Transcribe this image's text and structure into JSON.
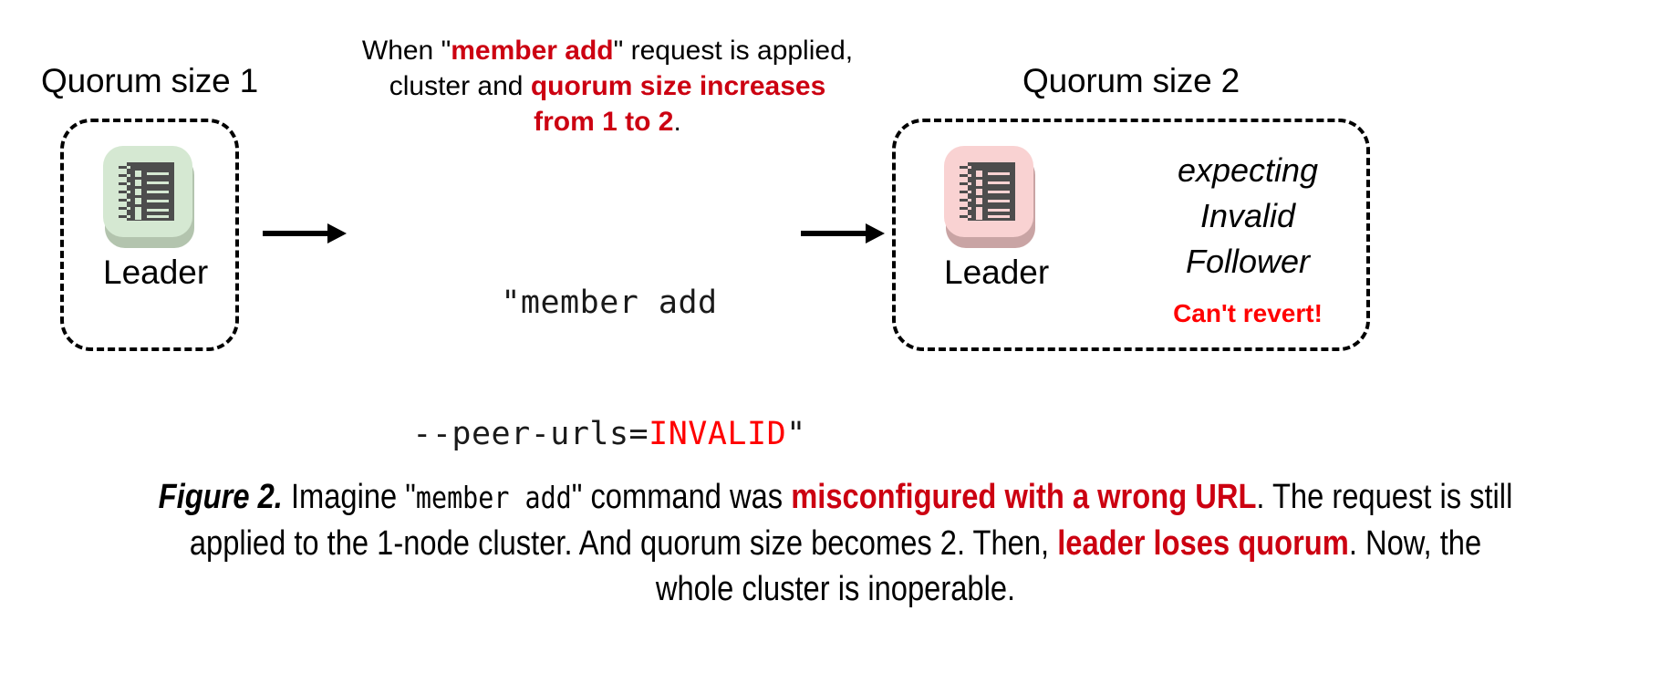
{
  "figure": {
    "top_note": {
      "segments": [
        {
          "text": "When \"",
          "style": "plain"
        },
        {
          "text": "member add",
          "style": "red-bold"
        },
        {
          "text": "\" request is applied, cluster and ",
          "style": "plain"
        },
        {
          "text": "quorum size increases from 1 to 2",
          "style": "red-bold"
        },
        {
          "text": ".",
          "style": "plain"
        }
      ],
      "plain_text": "When \"member add\" request is applied, cluster and quorum size increases from 1 to 2.",
      "line1": "When \"member add\" request is applied,",
      "line2": "cluster and quorum size increases",
      "line3": "from 1 to 2."
    },
    "left_cluster": {
      "title": "Quorum size 1",
      "node_label": "Leader",
      "node_state_color": "#d5e8d2"
    },
    "right_cluster": {
      "title": "Quorum size 2",
      "node_label": "Leader",
      "node_state_color": "#f9d2d2",
      "expecting_line1": "expecting",
      "expecting_line2": "Invalid",
      "expecting_line3": "Follower",
      "warning": "Can't revert!",
      "warning_color": "#ff0000"
    },
    "command": {
      "line1": "\"member add",
      "line2_prefix": "--peer-urls=",
      "line2_invalid": "INVALID",
      "line2_suffix": "\"",
      "full": "\"member add --peer-urls=INVALID\"",
      "invalid_color": "#ff0000"
    },
    "caption": {
      "label": "Figure 2.",
      "seg1": " Imagine \"",
      "mono1": "member add",
      "seg2": "\" command was ",
      "red1": "misconfigured with a wrong URL",
      "seg3": ". The request is still applied to the 1-node cluster. And quorum size becomes 2. Then, ",
      "red2": "leader loses quorum",
      "seg4": ". Now, the whole cluster is inoperable.",
      "line1": "Figure 2. Imagine \"member add\" command was misconfigured with a wrong URL.",
      "line2": "The request is still applied to the 1-node cluster. And quorum size becomes 2. Then,",
      "line3": "leader loses quorum. Now, the whole cluster is inoperable."
    },
    "colors": {
      "emphasis_red": "#cc0011",
      "alert_red": "#ff0000",
      "node_dark": "#4d4d4d",
      "healthy_green": "#d5e8d2",
      "failed_pink": "#f9d2d2",
      "stroke": "#000000",
      "background": "#ffffff"
    },
    "icons": {
      "node": "server-ledger-icon",
      "arrow": "arrow-right-icon"
    }
  }
}
